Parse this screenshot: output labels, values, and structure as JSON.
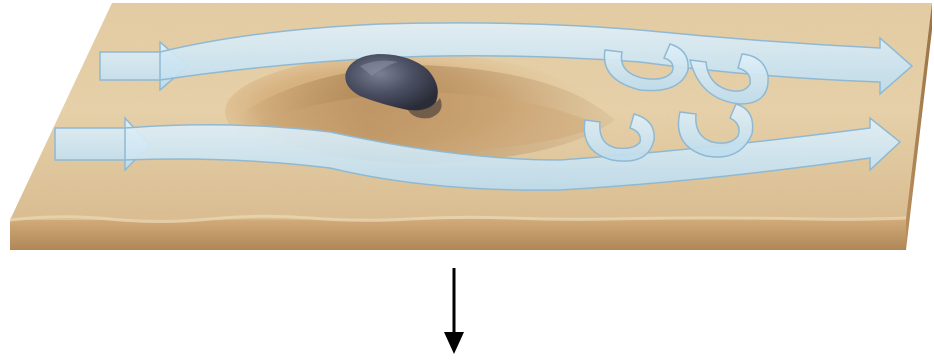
{
  "diagram": {
    "palette": {
      "sand_light": "#e8d0a6",
      "sand_mid": "#d9b98a",
      "sand_dark": "#b08a5c",
      "slab_edge": "#c49e6e",
      "slab_edge_dark": "#9c7648",
      "mound_shadow": "#a67c4e",
      "wind_fill": "#cfe6f2",
      "wind_stroke": "#8fb9d3",
      "rock_dark": "#3c3f4f",
      "rock_light": "#6d7286",
      "arrow": "#000000"
    },
    "elements": {
      "ground": "sand-surface",
      "obstacle": "rock",
      "deposit": "sand-drift",
      "flows": [
        "upper-wind-arrow",
        "lower-wind-arrow"
      ],
      "eddies": [
        "eddy-upper",
        "eddy-lower-left",
        "eddy-lower-right"
      ],
      "indicator": "down-arrow"
    }
  }
}
